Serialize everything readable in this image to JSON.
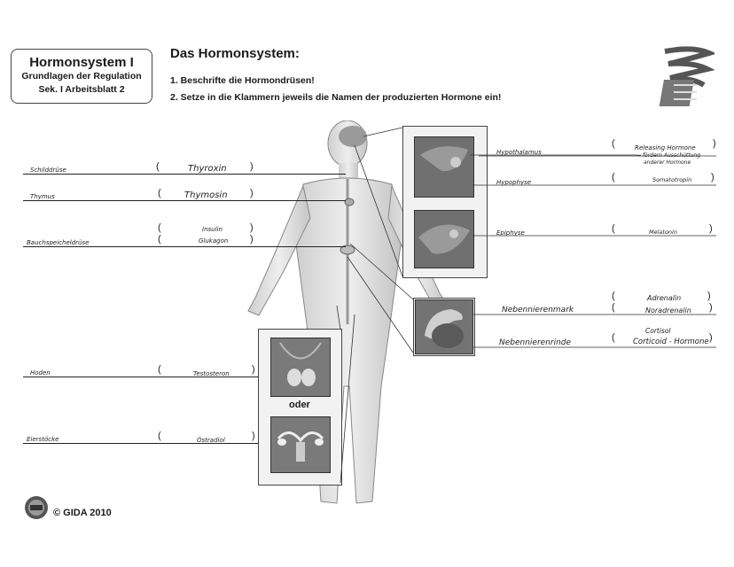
{
  "header": {
    "box_title": "Hormonsystem I",
    "box_subtitle": "Grundlagen der Regulation",
    "box_level": "Sek. I  Arbeitsblatt 2",
    "heading": "Das Hormonsystem:",
    "task1": "1. Beschrifte die Hormondrüsen!",
    "task2": "2. Setze in die Klammern jeweils die Namen der produzierten  Hormone ein!"
  },
  "left_labels": {
    "schilddruese": "Schilddrüse",
    "thymus": "Thymus",
    "bauchspeicheldruese": "Bauchspeicheldrüse",
    "hoden": "Hoden",
    "eierstoecke": "Eierstöcke"
  },
  "left_hormones": {
    "thyroxin": "Thyroxin",
    "thymosin": "Thymosin",
    "insulin": "Insulin",
    "glukagon": "Glukagon",
    "testosteron": "Testosteron",
    "oestradiol": "Östradiol"
  },
  "right_labels": {
    "hypothalamus": "Hypothalamus",
    "hypophyse": "Hypophyse",
    "epiphyse": "Epiphyse",
    "nebennierenmark": "Nebennierenmark",
    "nebennierenrinde": "Nebennierenrinde"
  },
  "right_hormones": {
    "releasing1": "Releasing Hormone",
    "releasing2": "→ fördern Ausschüttung",
    "releasing3": "anderer Hormone",
    "somatotropin": "Somatotropin",
    "melatonin": "Melatonin",
    "adrenalin": "Adrenalin",
    "noradrenalin": "Noradrenalin",
    "cortisol": "Cortisol",
    "corticoid": "Corticoid - Hormone"
  },
  "oder": "oder",
  "footer": "© GIDA 2010",
  "paren_open": "(",
  "paren_close": ")"
}
